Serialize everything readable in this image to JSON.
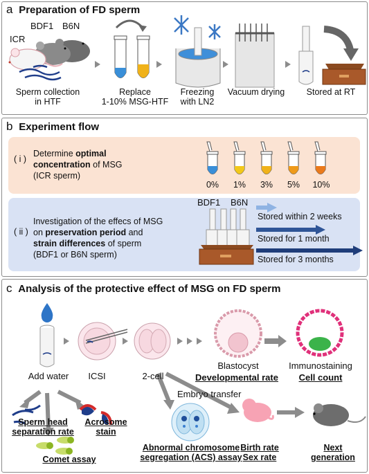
{
  "panel_a": {
    "letter": "a",
    "title": "Preparation of FD sperm",
    "mouse_labels": [
      "ICR",
      "BDF1",
      "B6N"
    ],
    "steps": [
      {
        "line1": "Sperm collection",
        "line2": "in HTF"
      },
      {
        "line1": "Replace",
        "line2": "1-10% MSG-HTF"
      },
      {
        "line1": "Freezing",
        "line2": "with LN2"
      },
      {
        "line1": "Vacuum drying",
        "line2": ""
      },
      {
        "line1": "Stored at RT",
        "line2": ""
      }
    ]
  },
  "panel_b": {
    "letter": "b",
    "title": "Experiment flow",
    "exp1": {
      "marker": "( i )",
      "line1": "Determine ",
      "line1_bold": "optimal",
      "line2_bold": "concentration",
      "line2": " of MSG",
      "line3": "(ICR sperm)",
      "concentrations": [
        "0%",
        "1%",
        "3%",
        "5%",
        "10%"
      ],
      "tube_colors": [
        "#3a8fd8",
        "#f2c81a",
        "#f0b21a",
        "#ee9a1a",
        "#ea7a1c"
      ]
    },
    "exp2": {
      "marker": "( ii )",
      "line1": "Investigation of the effecs of MSG",
      "line2": "on ",
      "line2_bold": "preservation period",
      "line2_end": " and",
      "line3_bold": "strain differences",
      "line3": " of sperm",
      "line4": "(BDF1 or B6N sperm)",
      "strain_labels": [
        "BDF1",
        "B6N"
      ],
      "periods": [
        "Stored within 2 weeks",
        "Stored for 1 month",
        "Stored for 3 months"
      ],
      "arrow_colors": [
        "#8fb3e3",
        "#2f5597",
        "#1f3d7a"
      ]
    }
  },
  "panel_c": {
    "letter": "c",
    "title": "Analysis of the protective effect of MSG on FD sperm",
    "flow": [
      "Add water",
      "ICSI",
      "2-cell",
      "Blastocyst",
      "Immunostaining"
    ],
    "developmental_rate": "Developmental rate",
    "cell_count": "Cell count",
    "embryo_transfer": "Embryo transfer",
    "sperm_head_1": "Sperm head",
    "sperm_head_2": "separation rate",
    "acrosome_1": "Acrosome",
    "acrosome_2": "stain",
    "comet": "Comet assay",
    "acs_1": "Abnormal chromosome",
    "acs_2": "segregation (ACS) assay",
    "birth_1": "Birth rate",
    "birth_2": "Sex rate",
    "next_1": "Next",
    "next_2": "generation"
  },
  "colors": {
    "panel_a_bg": "#ffffff",
    "exp1_bg": "#fbe3d3",
    "exp2_bg": "#d9e2f4",
    "arrow_gray": "#8c8c8c"
  }
}
